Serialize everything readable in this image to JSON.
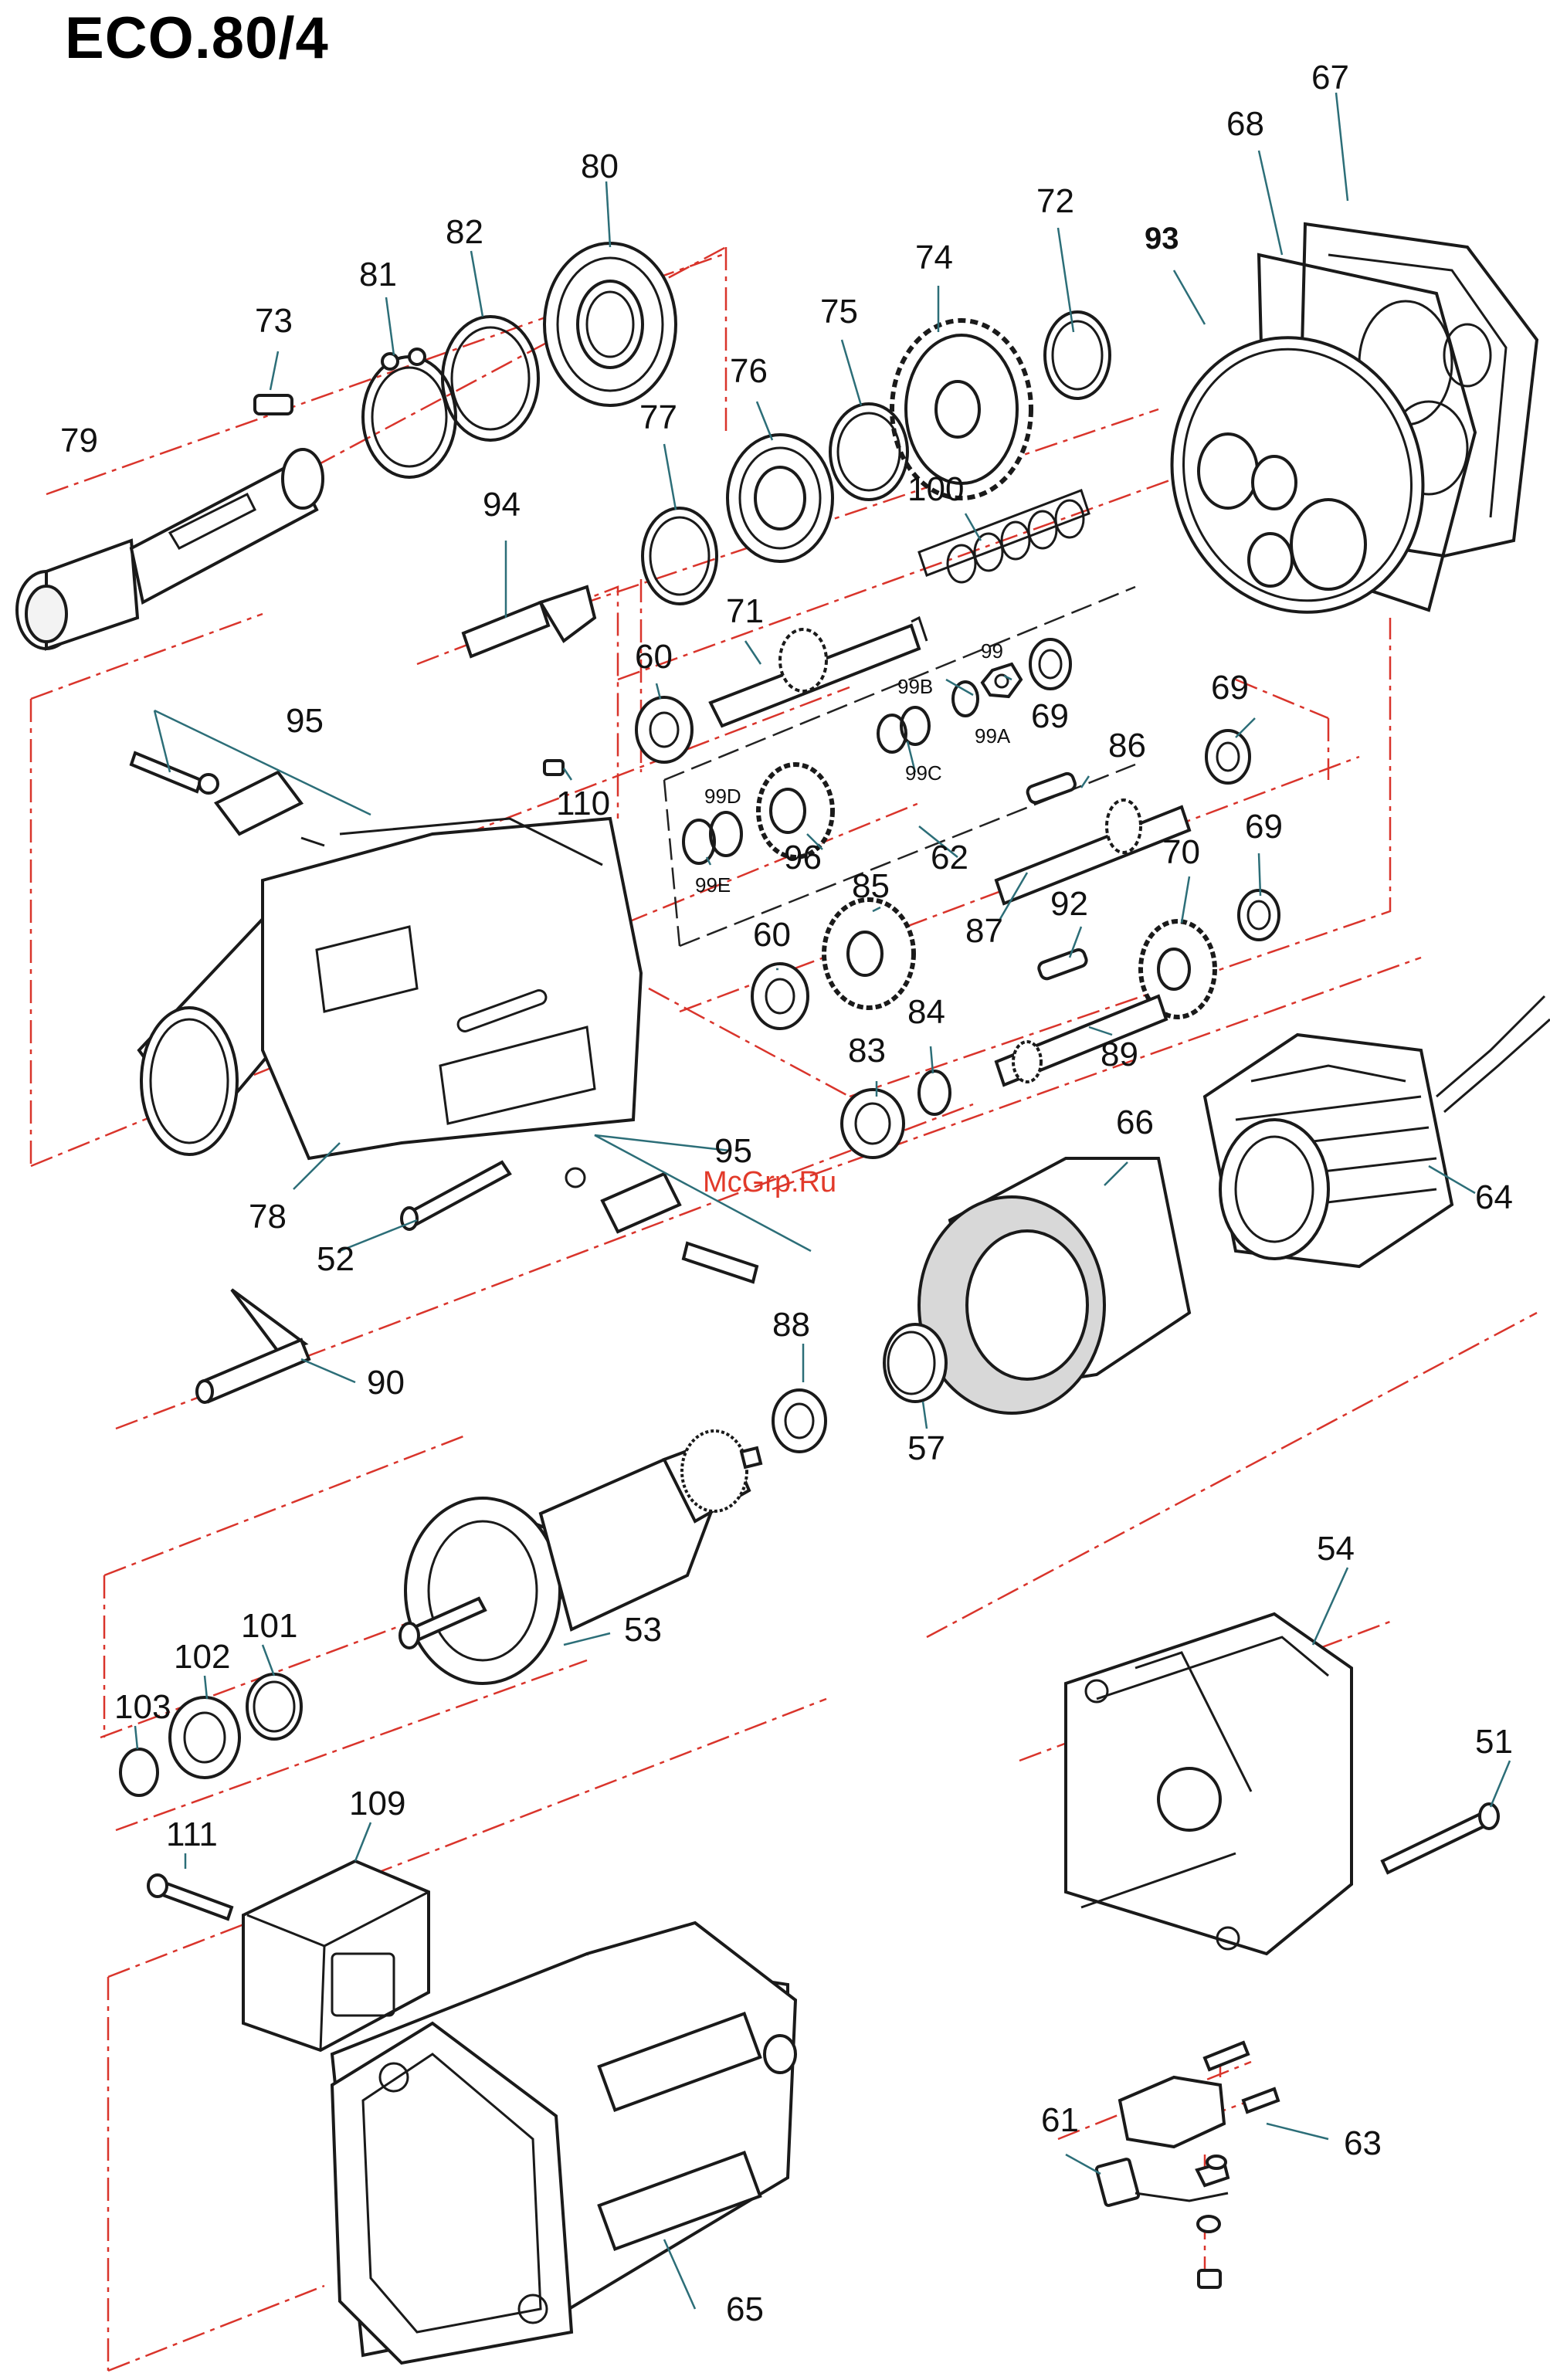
{
  "title": "ECO.80/4",
  "watermark": "McGrp.Ru",
  "labels": {
    "p51": "51",
    "p52": "52",
    "p53": "53",
    "p54": "54",
    "p57": "57",
    "p60a": "60",
    "p60b": "60",
    "p61": "61",
    "p62": "62",
    "p63": "63",
    "p64": "64",
    "p65": "65",
    "p66": "66",
    "p67": "67",
    "p68": "68",
    "p69a": "69",
    "p69b": "69",
    "p69c": "69",
    "p70": "70",
    "p71": "71",
    "p72": "72",
    "p73": "73",
    "p74": "74",
    "p75": "75",
    "p76": "76",
    "p77": "77",
    "p78": "78",
    "p79": "79",
    "p80": "80",
    "p81": "81",
    "p82": "82",
    "p83": "83",
    "p84": "84",
    "p85": "85",
    "p86": "86",
    "p87": "87",
    "p88": "88",
    "p89": "89",
    "p90": "90",
    "p92": "92",
    "p93": "93",
    "p94": "94",
    "p95a": "95",
    "p95b": "95",
    "p96": "96",
    "p99": "99",
    "p99a": "99A",
    "p99b": "99B",
    "p99c": "99C",
    "p99d": "99D",
    "p99e": "99E",
    "p100": "100",
    "p101": "101",
    "p102": "102",
    "p103": "103",
    "p109": "109",
    "p110": "110",
    "p111": "111"
  }
}
